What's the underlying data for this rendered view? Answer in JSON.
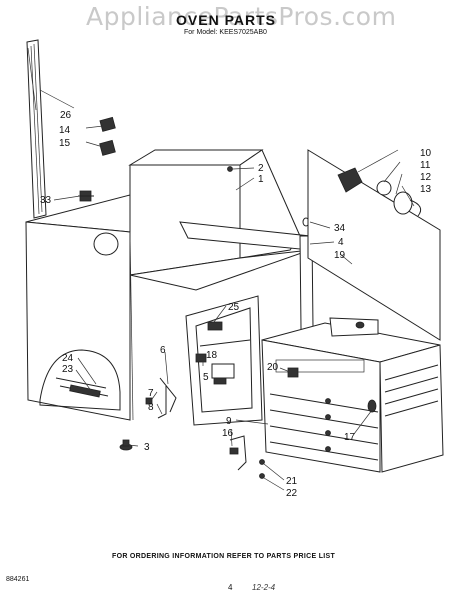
{
  "watermark": "AppliancePartsPros.com",
  "title": "OVEN PARTS",
  "subtitle": "For Model: KEES7025AB0",
  "footer_note": "FOR ORDERING INFORMATION REFER TO PARTS PRICE LIST",
  "doc_number": "884261",
  "page_number": "4",
  "date_code": "12-2-4",
  "callouts": {
    "c26": "26",
    "c14": "14",
    "c15": "15",
    "c33": "33",
    "c2": "2",
    "c1": "1",
    "c10": "10",
    "c11": "11",
    "c12": "12",
    "c13": "13",
    "c34": "34",
    "c4": "4",
    "c19": "19",
    "c25": "25",
    "c6": "6",
    "c18": "18",
    "c5": "5",
    "c20": "20",
    "c24": "24",
    "c23": "23",
    "c7": "7",
    "c8": "8",
    "c3": "3",
    "c9": "9",
    "c16": "16",
    "c17": "17",
    "c21": "21",
    "c22": "22"
  }
}
